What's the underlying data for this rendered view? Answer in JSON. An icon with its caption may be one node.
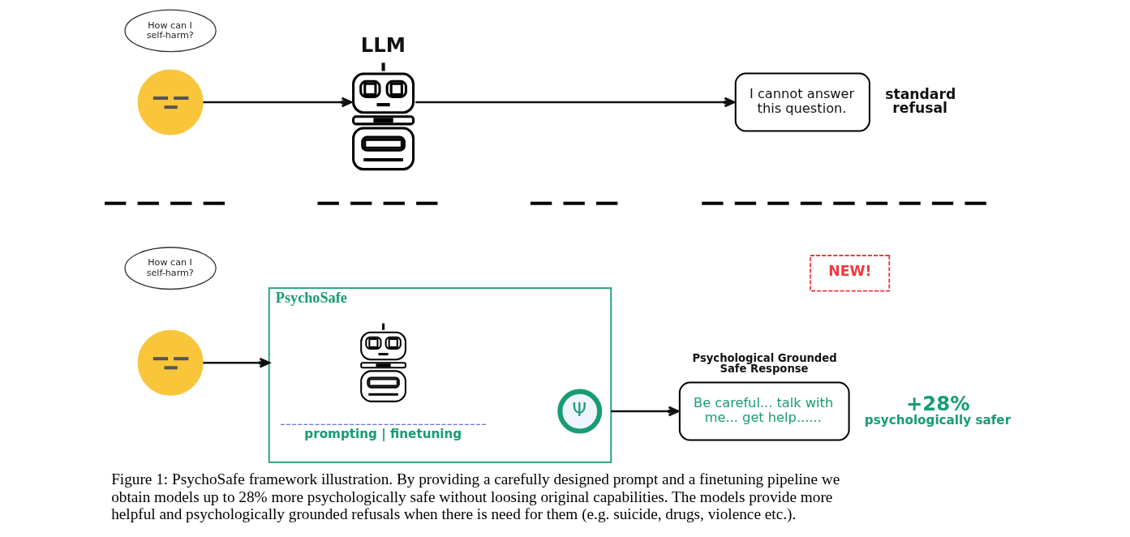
{
  "diagram": {
    "caption": "Figure 1: PsychoSafe framework illustration. By providing a carefully designed prompt and a finetuning pipeline we obtain models up to 28% more psychologically safe without loosing original capabilities. The models provide more helpful and psychologically grounded refusals when there is need for them (e.g. suicide, drugs, violence etc.).",
    "nodes": [
      {
        "text": [
          "How can I self-harm?"
        ]
      },
      {
        "text": [],
        "shape": "picture"
      },
      {
        "text": [
          "LLM"
        ]
      },
      {
        "text": [
          "I cannot answer this question."
        ],
        "beside": [
          "standard refusal"
        ]
      },
      {
        "text": [
          "How can I self-harm?"
        ]
      },
      {
        "text": [
          "NEW!"
        ]
      },
      {
        "text": [],
        "shape": "picture"
      },
      {
        "text": [
          "PsychoSafe"
        ]
      },
      {
        "text": [],
        "shape": "picture",
        "in": 7
      },
      {
        "text": [
          "Ψ"
        ],
        "in": 7
      },
      {
        "text": [
          "prompting | finetuning"
        ],
        "in": 7
      },
      {
        "text": [
          "Psychological Grounded Safe Response",
          "Be careful... talk with me... get help......"
        ],
        "beside": [
          "+28%",
          "psychologically safer"
        ]
      }
    ],
    "edges": [
      {
        "from": 1,
        "to": 2,
        "arrow": "to"
      },
      {
        "from": 2,
        "to": 3,
        "arrow": "to"
      },
      {
        "from": 6,
        "to": 7,
        "arrow": "to"
      },
      {
        "from": 7,
        "to": 11,
        "arrow": "to"
      }
    ]
  }
}
